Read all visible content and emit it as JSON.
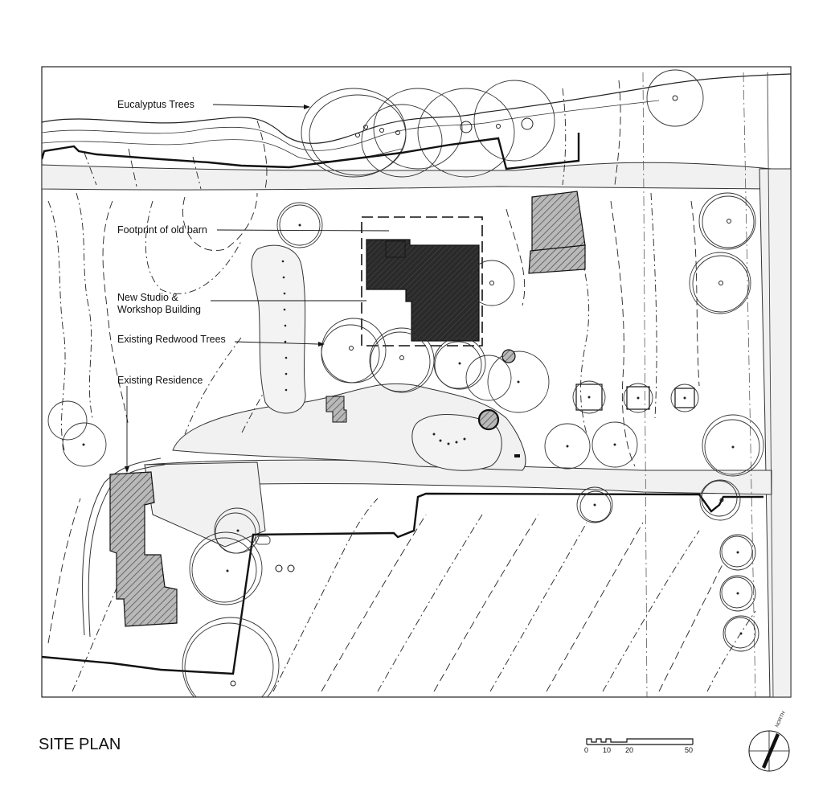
{
  "title": "SITE PLAN",
  "labels": {
    "eucalyptus": "Eucalyptus Trees",
    "barn": "Footprint of old barn",
    "studio_line1": "New Studio &",
    "studio_line2": "Workshop Building",
    "redwood": "Existing Redwood Trees",
    "residence": "Existing Residence"
  },
  "scale_bar": {
    "ticks": [
      "0",
      "10",
      "20",
      "50"
    ]
  },
  "north_label": "NORTH",
  "colors": {
    "ink": "#111111",
    "hatch": "#777777",
    "studio": "#2a2a2a",
    "paving": "#f1f1f1"
  }
}
